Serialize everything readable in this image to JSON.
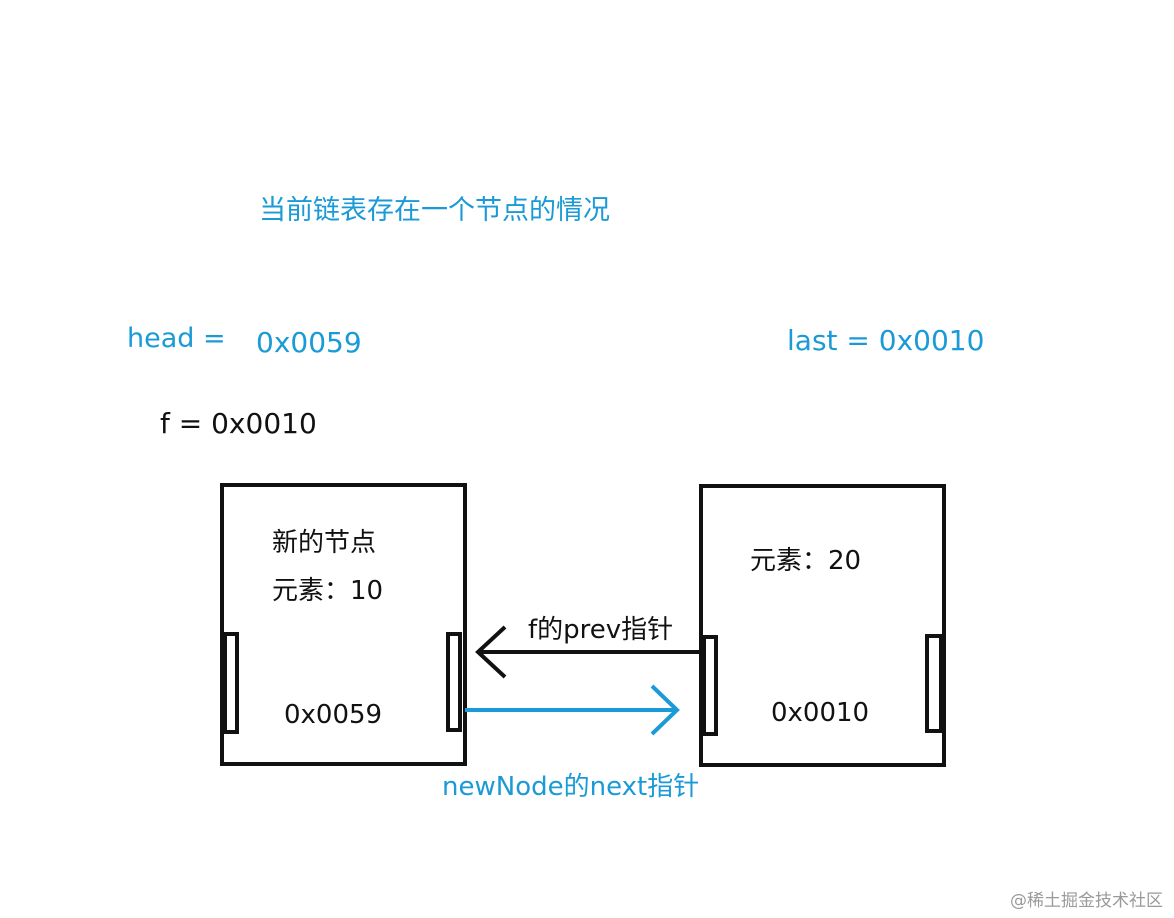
{
  "title": "当前链表存在一个节点的情况",
  "labels": {
    "head_label": "head  =",
    "head_value": "0x0059",
    "last_label": "last  =  0x0010",
    "f_label": "f  =  0x0010"
  },
  "nodes": {
    "new_node": {
      "name": "新的节点",
      "element": "元素：10",
      "address": "0x0059"
    },
    "existing_node": {
      "element": "元素：20",
      "address": "0x0010"
    }
  },
  "arrows": {
    "prev_pointer": "f的prev指针",
    "next_pointer": "newNode的next指针"
  },
  "colors": {
    "accent_blue": "#1a9ad6",
    "ink": "#111111"
  },
  "watermark": "@稀土掘金技术社区"
}
